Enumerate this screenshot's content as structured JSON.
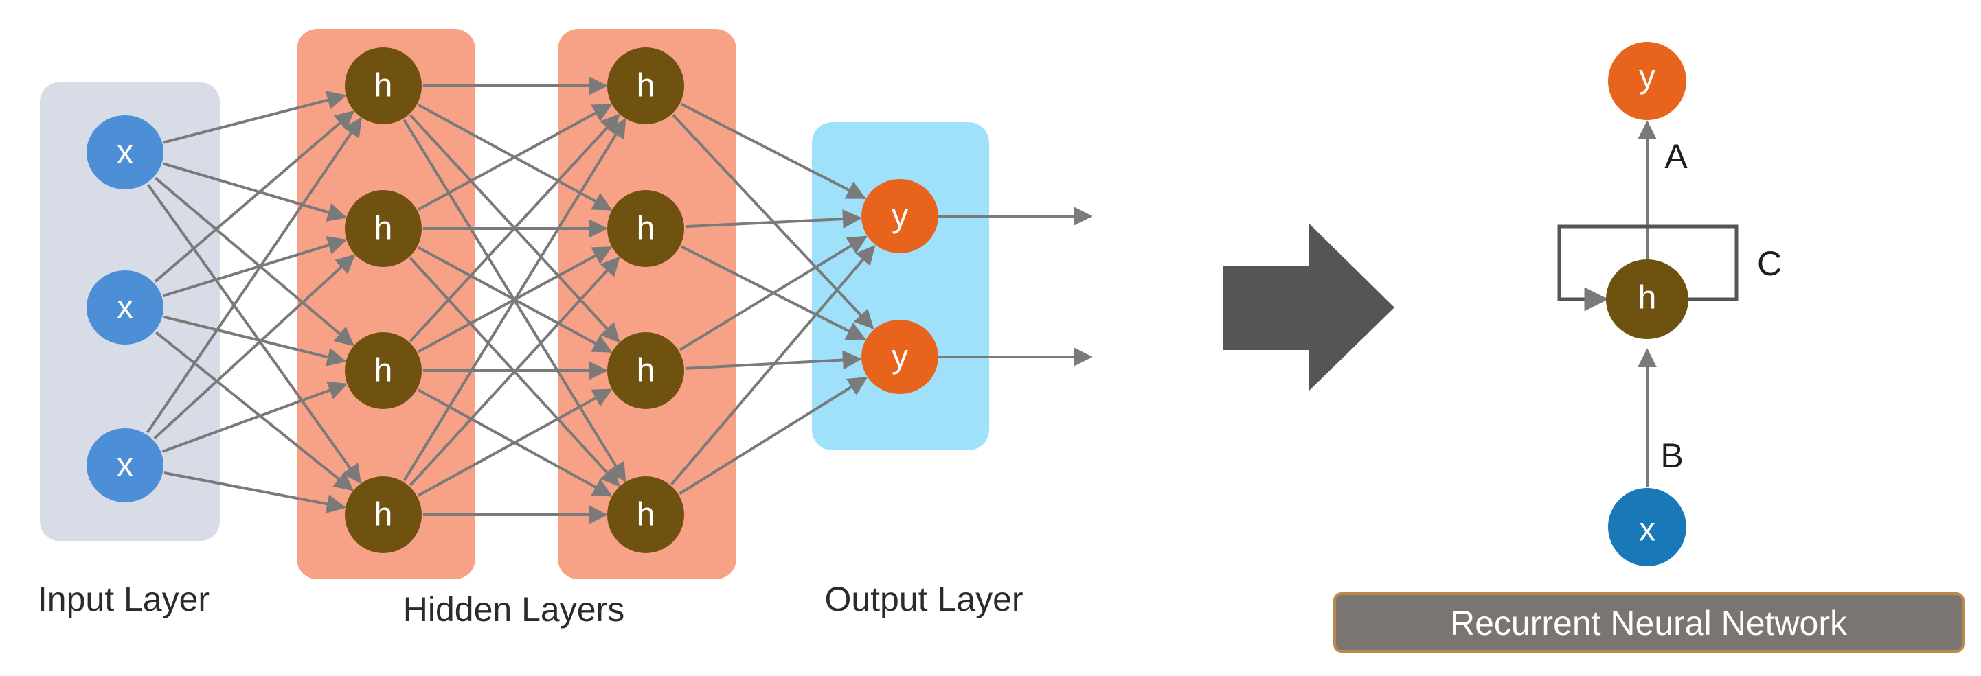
{
  "feedforward": {
    "input_label": "Input Layer",
    "hidden_label": "Hidden Layers",
    "output_label": "Output Layer",
    "input_node_glyph": "x",
    "hidden_node_glyph": "h",
    "output_node_glyph": "y"
  },
  "rnn": {
    "output_glyph": "y",
    "hidden_glyph": "h",
    "input_glyph": "x",
    "edge_a": "A",
    "edge_b": "B",
    "edge_c": "C",
    "caption": "Recurrent Neural Network"
  },
  "colors": {
    "input_panel": "#d7dce6",
    "hidden_panel": "#f7a286",
    "output_panel": "#9fe0fa",
    "input_node": "#4c8fd6",
    "hidden_node": "#6f5210",
    "output_node": "#e8631c",
    "rnn_input_node": "#1878b8",
    "edge": "#7a7a7a",
    "transform_arrow": "#555555",
    "caption_box": "#7a7472",
    "caption_border": "#b98a4a"
  },
  "icons": {
    "transform_arrow": "right-arrow-icon"
  }
}
